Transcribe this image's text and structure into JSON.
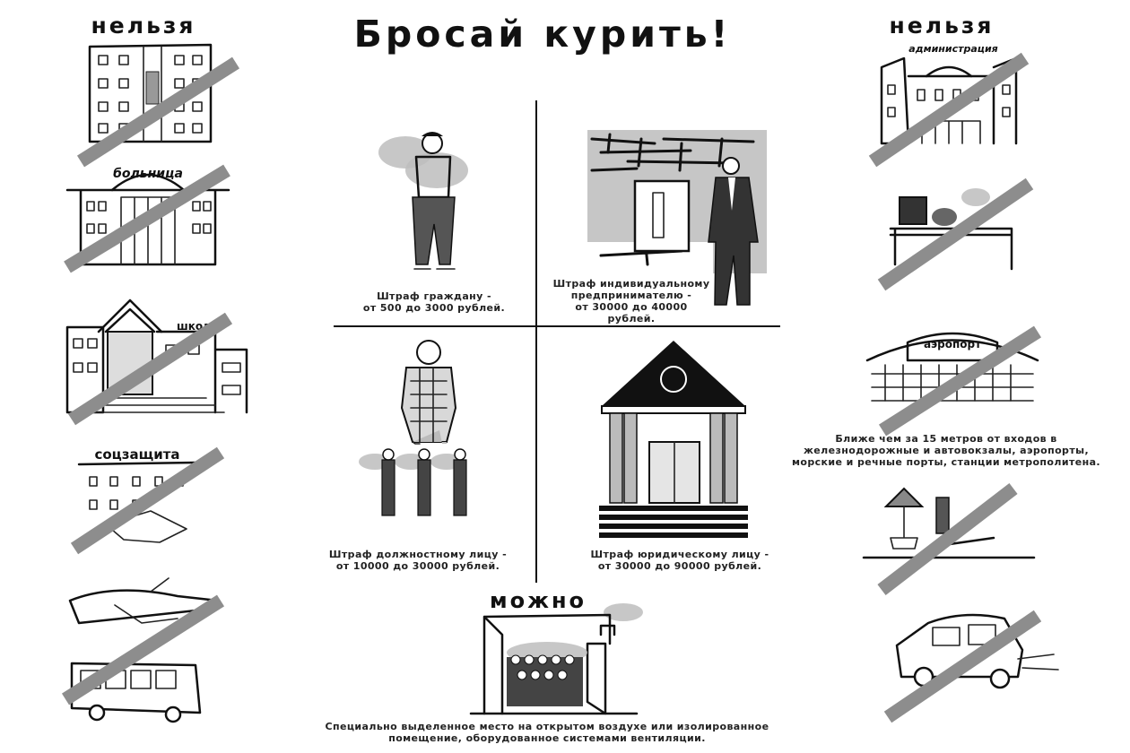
{
  "title": "Бросай курить!",
  "left_heading": "нельзя",
  "right_heading": "нельзя",
  "allowed_heading": "можно",
  "left_labels": {
    "hospital": "больница",
    "school": "школа",
    "social": "соцзащита"
  },
  "right_labels": {
    "administration": "администрация",
    "airport": "аэропорт"
  },
  "fines": {
    "citizen_1": "Штраф гражданy -",
    "citizen_2": "от 500 до 3000 рублей.",
    "entrepreneur_1": "Штраф индивидуальномy",
    "entrepreneur_2": "предпринимателю -",
    "entrepreneur_3": "от 30000 до 40000",
    "entrepreneur_4": "рублей.",
    "official_1": "Штраф должностномy лицу -",
    "official_2": "от 10000 до 30000 рублей.",
    "legal_1": "Штраф юридическомy лицу -",
    "legal_2": "от 30000 до 90000 рублей."
  },
  "stations_note": {
    "line1": "Ближе чем за 15 метров от входов в",
    "line2": "железнодорожные и автовокзалы, аэропорты,",
    "line3": "морские и речные порты, станции метрополитена."
  },
  "allowed_note": {
    "line1": "Специально выделенное место на открытом воздухе или изолированное",
    "line2": "помещение, оборудованное системами вентиляции."
  }
}
